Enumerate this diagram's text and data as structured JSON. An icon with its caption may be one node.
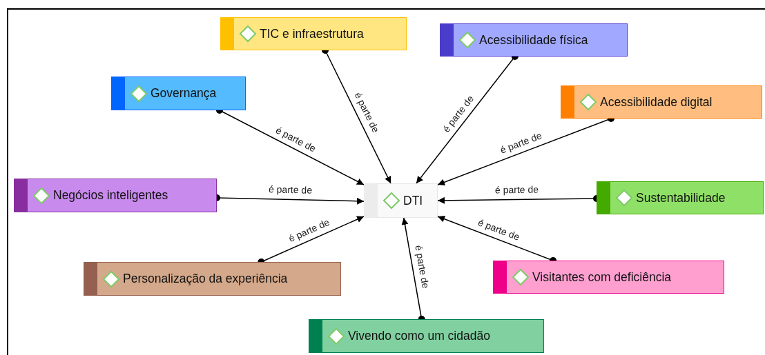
{
  "diagram": {
    "nodes": [
      {
        "text": [
          "DTI"
        ]
      },
      {
        "text": [
          "TIC e infraestrutura"
        ]
      },
      {
        "text": [
          "Acessibilidade física"
        ]
      },
      {
        "text": [
          "Governança"
        ]
      },
      {
        "text": [
          "Acessibilidade digital"
        ]
      },
      {
        "text": [
          "Negócios inteligentes"
        ]
      },
      {
        "text": [
          "Sustentabilidade"
        ]
      },
      {
        "text": [
          "Personalização da experiência"
        ]
      },
      {
        "text": [
          "Visitantes com deficiência"
        ]
      },
      {
        "text": [
          "Vivendo como um cidadão"
        ]
      }
    ],
    "edges": [
      {
        "from": 1,
        "to": 0,
        "arrow": "to",
        "label": "é parte de"
      },
      {
        "from": 2,
        "to": 0,
        "arrow": "to",
        "label": "é parte de"
      },
      {
        "from": 3,
        "to": 0,
        "arrow": "to",
        "label": "é parte de"
      },
      {
        "from": 4,
        "to": 0,
        "arrow": "to",
        "label": "é parte de"
      },
      {
        "from": 5,
        "to": 0,
        "arrow": "to",
        "label": "é parte de"
      },
      {
        "from": 6,
        "to": 0,
        "arrow": "to",
        "label": "é parte de"
      },
      {
        "from": 7,
        "to": 0,
        "arrow": "to",
        "label": "é parte de"
      },
      {
        "from": 8,
        "to": 0,
        "arrow": "to",
        "label": "é parte de"
      },
      {
        "from": 9,
        "to": 0,
        "arrow": "to",
        "label": "é parte de"
      }
    ]
  }
}
